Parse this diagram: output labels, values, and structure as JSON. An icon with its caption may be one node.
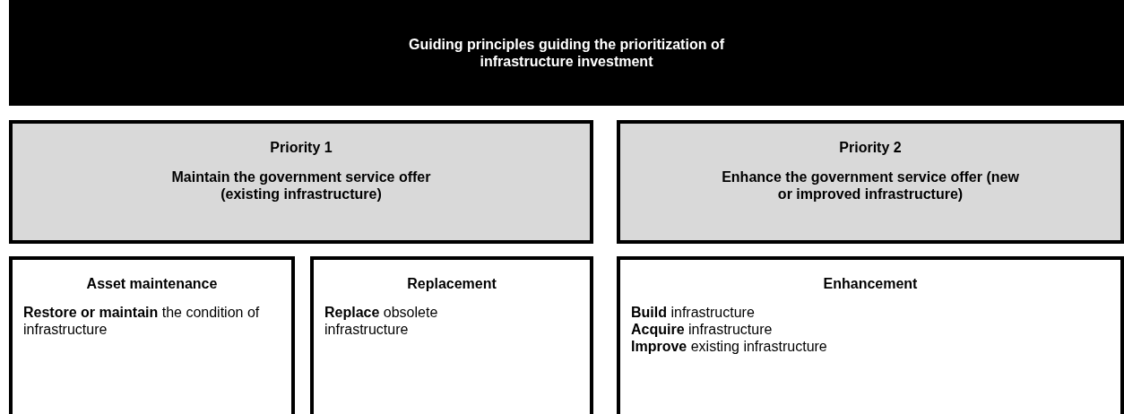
{
  "diagram": {
    "nodes": [
      {
        "text": [
          "Guiding principles guiding the prioritization of infrastructure investment"
        ]
      },
      {
        "text": [
          "Priority 1",
          "Maintain the government service offer (existing infrastructure)"
        ]
      },
      {
        "text": [
          "Priority 2",
          "Enhance the government service offer (new or improved infrastructure)"
        ]
      },
      {
        "text": [
          "Asset maintenance",
          "**Restore or maintain** the condition of infrastructure"
        ]
      },
      {
        "text": [
          "Replacement",
          "**Replace** obsolete infrastructure"
        ]
      },
      {
        "text": [
          "Enhancement",
          "**Build** infrastructure",
          "**Acquire** infrastructure",
          "**Improve** existing infrastructure"
        ]
      }
    ]
  }
}
